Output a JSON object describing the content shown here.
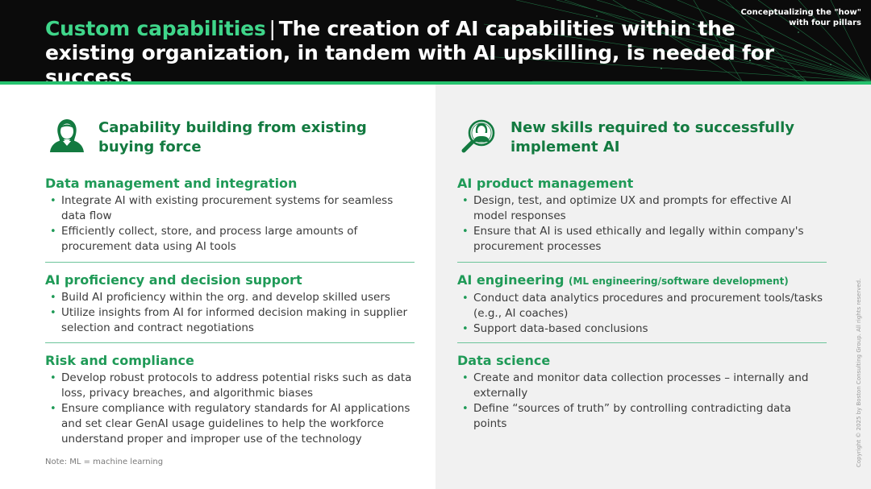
{
  "header": {
    "title_accent": "Custom capabilities",
    "separator": "|",
    "title_rest": "The creation of AI capabilities within the existing organization, in tandem with AI upskilling, is needed for success",
    "corner_note": "Conceptualizing the \"how\" with four pillars"
  },
  "left": {
    "heading": "Capability building from existing buying force",
    "icon": "person-icon",
    "sections": [
      {
        "title": "Data management and integration",
        "bullets": [
          "Integrate AI with existing procurement systems for seamless data flow",
          "Efficiently collect, store, and process large amounts of procurement data using AI tools"
        ]
      },
      {
        "title": "AI proficiency and decision support",
        "bullets": [
          "Build AI proficiency within the org. and develop skilled users",
          "Utilize insights from AI for informed decision making in supplier selection and contract negotiations"
        ]
      },
      {
        "title": "Risk and compliance",
        "bullets": [
          "Develop robust protocols to address potential risks such as data loss, privacy breaches, and algorithmic biases",
          "Ensure compliance with regulatory standards for AI applications and set clear GenAI usage guidelines to help the workforce understand proper and improper use of the technology"
        ]
      }
    ]
  },
  "right": {
    "heading": "New skills required to successfully implement AI",
    "icon": "magnifier-person-icon",
    "sections": [
      {
        "title": "AI product management",
        "subtitle": "",
        "bullets": [
          "Design, test, and optimize UX and prompts for effective AI model responses",
          "Ensure that AI is used ethically and legally within company's procurement processes"
        ]
      },
      {
        "title": "AI engineering",
        "subtitle": "(ML engineering/software development)",
        "bullets": [
          "Conduct data analytics procedures and procurement tools/tasks (e.g., AI coaches)",
          "Support data-based conclusions"
        ]
      },
      {
        "title": "Data science",
        "subtitle": "",
        "bullets": [
          "Create and monitor data collection processes – internally and externally",
          "Define “sources of truth” by controlling contradicting data points"
        ]
      }
    ]
  },
  "footer": {
    "note": "Note: ML = machine learning",
    "copyright": "Copyright © 2025 by Boston Consulting Group. All rights reserved."
  },
  "colors": {
    "accent": "#3fd68a",
    "heading_green": "#137a40",
    "section_green": "#1f9a57",
    "header_bg": "#0b0b0b"
  }
}
